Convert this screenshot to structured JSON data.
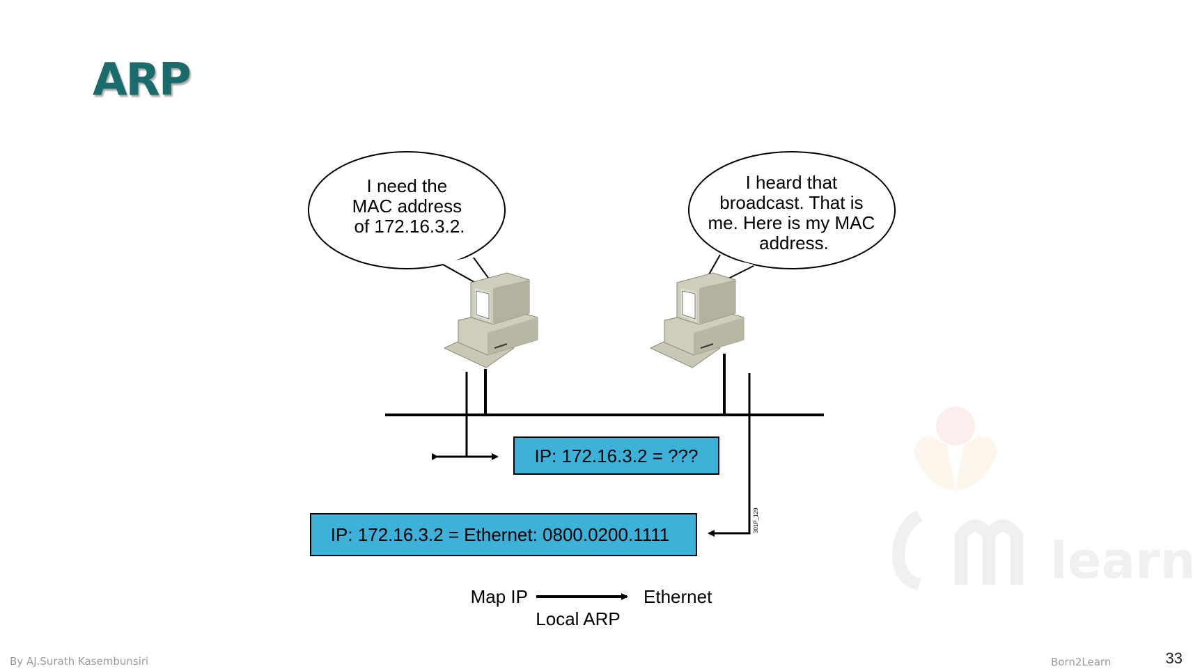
{
  "slide": {
    "title": "ARP",
    "page_number": "33",
    "author_footer": "By AJ.Surath Kasembunsiri",
    "brand_footer": "Born2Learn"
  },
  "diagram": {
    "bubble_left": [
      "I need the",
      "MAC address",
      "of 172.16.3.2."
    ],
    "bubble_right": [
      "I heard that",
      "broadcast. That is",
      "me. Here is my MAC",
      "address."
    ],
    "request_box": "IP: 172.16.3.2 = ???",
    "reply_box": "IP: 172.16.3.2 = Ethernet: 0800.0200.1111",
    "figure_id": "301P_129",
    "legend": {
      "from": "Map IP",
      "to": "Ethernet",
      "caption": "Local ARP"
    },
    "colors": {
      "box_fill": "#3eb1d8",
      "title": "#1a6b6b"
    }
  }
}
